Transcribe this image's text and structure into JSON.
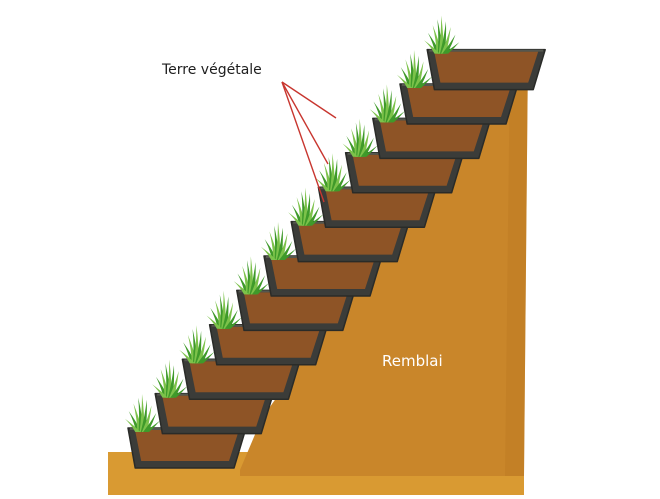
{
  "labels": {
    "topsoil": "Terre végétale",
    "fill": "Remblai"
  },
  "diagram": {
    "module_count": 12,
    "colors": {
      "background": "#ffffff",
      "fill_earth": "#c9862a",
      "fill_earth_dark": "#b87620",
      "ground": "#d99a32",
      "container_wall": "#3b3c39",
      "container_wall_light": "#55574f",
      "topsoil": "#8e5426",
      "grass": "#3f9a2a",
      "grass_light": "#7cc24a",
      "pointer": "#c8362f"
    },
    "icons": [
      "grass-tuft-icon"
    ]
  }
}
